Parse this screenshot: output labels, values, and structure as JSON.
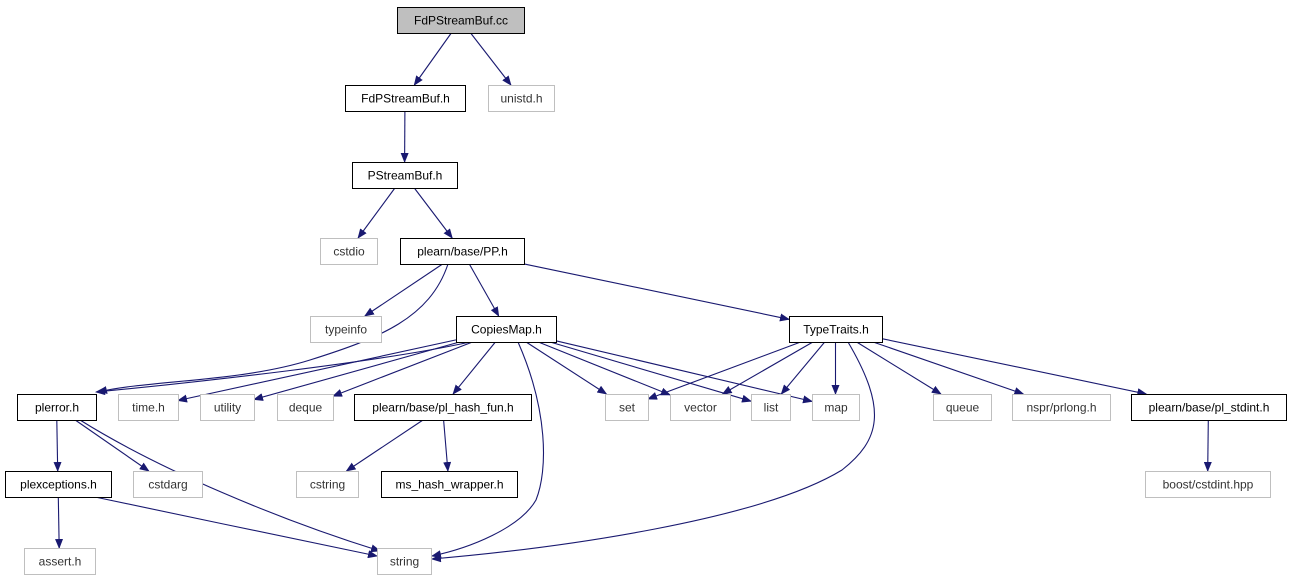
{
  "colors": {
    "root_fill": "#bfbfbf",
    "internal_border": "#000000",
    "external_border": "#bfbfbf",
    "edge": "#191970"
  },
  "nodes": [
    {
      "id": "fdpstreambuf_cc",
      "label": "FdPStreamBuf.cc",
      "kind": "root"
    },
    {
      "id": "fdpstreambuf_h",
      "label": "FdPStreamBuf.h",
      "kind": "internal"
    },
    {
      "id": "unistd_h",
      "label": "unistd.h",
      "kind": "external"
    },
    {
      "id": "pstreambuf_h",
      "label": "PStreamBuf.h",
      "kind": "internal"
    },
    {
      "id": "cstdio",
      "label": "cstdio",
      "kind": "external"
    },
    {
      "id": "pp_h",
      "label": "plearn/base/PP.h",
      "kind": "internal"
    },
    {
      "id": "typeinfo",
      "label": "typeinfo",
      "kind": "external"
    },
    {
      "id": "copiesmap_h",
      "label": "CopiesMap.h",
      "kind": "internal"
    },
    {
      "id": "typetraits_h",
      "label": "TypeTraits.h",
      "kind": "internal"
    },
    {
      "id": "plerror_h",
      "label": "plerror.h",
      "kind": "internal"
    },
    {
      "id": "time_h",
      "label": "time.h",
      "kind": "external"
    },
    {
      "id": "utility",
      "label": "utility",
      "kind": "external"
    },
    {
      "id": "deque",
      "label": "deque",
      "kind": "external"
    },
    {
      "id": "pl_hash_fun_h",
      "label": "plearn/base/pl_hash_fun.h",
      "kind": "internal"
    },
    {
      "id": "set",
      "label": "set",
      "kind": "external"
    },
    {
      "id": "vector",
      "label": "vector",
      "kind": "external"
    },
    {
      "id": "list",
      "label": "list",
      "kind": "external"
    },
    {
      "id": "map",
      "label": "map",
      "kind": "external"
    },
    {
      "id": "queue",
      "label": "queue",
      "kind": "external"
    },
    {
      "id": "prlong_h",
      "label": "nspr/prlong.h",
      "kind": "external"
    },
    {
      "id": "pl_stdint_h",
      "label": "plearn/base/pl_stdint.h",
      "kind": "internal"
    },
    {
      "id": "plexceptions_h",
      "label": "plexceptions.h",
      "kind": "internal"
    },
    {
      "id": "cstdarg",
      "label": "cstdarg",
      "kind": "external"
    },
    {
      "id": "cstring",
      "label": "cstring",
      "kind": "external"
    },
    {
      "id": "ms_hash_wrapper_h",
      "label": "ms_hash_wrapper.h",
      "kind": "internal"
    },
    {
      "id": "cstdint_hpp",
      "label": "boost/cstdint.hpp",
      "kind": "external"
    },
    {
      "id": "assert_h",
      "label": "assert.h",
      "kind": "external"
    },
    {
      "id": "string",
      "label": "string",
      "kind": "external"
    }
  ],
  "edges": [
    [
      "fdpstreambuf_cc",
      "fdpstreambuf_h"
    ],
    [
      "fdpstreambuf_cc",
      "unistd_h"
    ],
    [
      "fdpstreambuf_h",
      "pstreambuf_h"
    ],
    [
      "pstreambuf_h",
      "cstdio"
    ],
    [
      "pstreambuf_h",
      "pp_h"
    ],
    [
      "pp_h",
      "typeinfo"
    ],
    [
      "pp_h",
      "copiesmap_h"
    ],
    [
      "pp_h",
      "typetraits_h"
    ],
    [
      "pp_h",
      "plerror_h"
    ],
    [
      "copiesmap_h",
      "plerror_h"
    ],
    [
      "copiesmap_h",
      "time_h"
    ],
    [
      "copiesmap_h",
      "utility"
    ],
    [
      "copiesmap_h",
      "deque"
    ],
    [
      "copiesmap_h",
      "pl_hash_fun_h"
    ],
    [
      "copiesmap_h",
      "set"
    ],
    [
      "copiesmap_h",
      "vector"
    ],
    [
      "copiesmap_h",
      "list"
    ],
    [
      "copiesmap_h",
      "map"
    ],
    [
      "copiesmap_h",
      "string"
    ],
    [
      "typetraits_h",
      "set"
    ],
    [
      "typetraits_h",
      "vector"
    ],
    [
      "typetraits_h",
      "list"
    ],
    [
      "typetraits_h",
      "map"
    ],
    [
      "typetraits_h",
      "queue"
    ],
    [
      "typetraits_h",
      "prlong_h"
    ],
    [
      "typetraits_h",
      "pl_stdint_h"
    ],
    [
      "typetraits_h",
      "string"
    ],
    [
      "plerror_h",
      "plexceptions_h"
    ],
    [
      "plerror_h",
      "cstdarg"
    ],
    [
      "plerror_h",
      "string"
    ],
    [
      "pl_hash_fun_h",
      "cstring"
    ],
    [
      "pl_hash_fun_h",
      "ms_hash_wrapper_h"
    ],
    [
      "pl_stdint_h",
      "cstdint_hpp"
    ],
    [
      "plexceptions_h",
      "assert_h"
    ],
    [
      "plexceptions_h",
      "string"
    ]
  ]
}
